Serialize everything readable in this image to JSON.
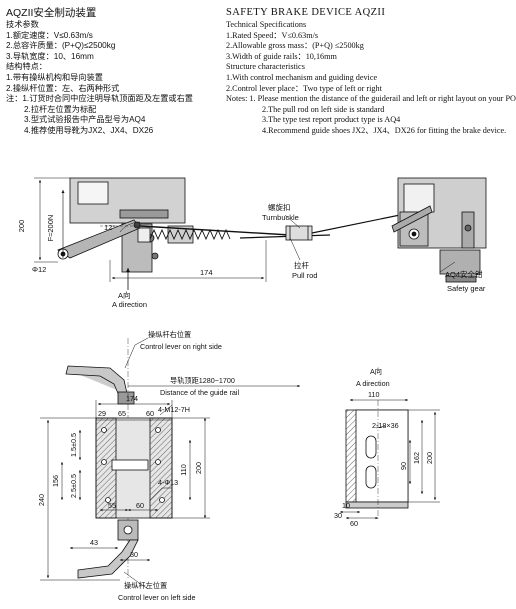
{
  "spec_cn": {
    "title": "AQZII安全制动装置",
    "sub": "技术参数",
    "params": [
      "1.额定速度：V≤0.63m/s",
      "2.总容许质量：(P+Q)≤2500kg",
      "3.导轨宽度：10、16mm"
    ],
    "features_title": "结构特点：",
    "features": [
      "1.带有操纵机构和导向装置",
      "2.操纵杆位置：左、右两种形式"
    ],
    "notes": [
      "注：1.订货时合同中应注明导轨顶面距及左置或右置",
      "2.拉杆左位置为标配",
      "3.型式试验报告中产品型号为AQ4",
      "4.推荐使用导靴为JX2、JX4、DX26"
    ]
  },
  "spec_en": {
    "title": "SAFETY BRAKE DEVICE AQZII",
    "sub": "Technical Specifications",
    "params": [
      "1.Rated Speed：V≤0.63m/s",
      "2.Allowable gross mass：(P+Q) ≤2500kg",
      "3.Width of guide rails：10,16mm"
    ],
    "features_title": "Structure characteristics",
    "features": [
      "1.With control mechanism and guiding device",
      "2.Control lever place：Two type of left or right"
    ],
    "notes": [
      "Notes: 1. Please mention the distance of the guiderail and left or right layout on your PO",
      "2.The pull rod on left side is standard",
      "3.The type test report product type is AQ4",
      "4.Recommend guide shoes JX2、JX4、DX26 for fitting the brake device."
    ]
  },
  "drawing1": {
    "dim_200": "200",
    "force": "F≈200N",
    "angle": "12°",
    "dia": "Φ12",
    "dim_174": "174",
    "a_dir_cn": "A向",
    "a_dir_en": "A direction",
    "turnbuckle_cn": "螺旋扣",
    "turnbuckle_en": "Turnbuckle",
    "pullrod_cn": "拉杆",
    "pullrod_en": "Pull rod",
    "gear_cn": "AQ4安全钳",
    "gear_en": "Safety gear"
  },
  "drawing2": {
    "right_cn": "操纵杆右位置",
    "right_en": "Control lever on right side",
    "rail_cn": "导轨顶距1280~1700",
    "rail_en": "Distance of the guide rail",
    "d174": "174",
    "d29": "29",
    "d65": "65",
    "d60": "60",
    "holes": "4-M12-7H",
    "d15": "1.5±0.5",
    "d25": "2.5±0.5",
    "d156": "156",
    "d240": "240",
    "d55": "55",
    "d60b": "60",
    "d110": "110",
    "d200": "200",
    "holes13": "4-Φ13",
    "d43": "43",
    "d30": "30",
    "left_cn": "操纵杆左位置",
    "left_en": "Control lever on left side"
  },
  "drawing3": {
    "a_dir_cn": "A向",
    "a_dir_en": "A direction",
    "d110": "110",
    "slots": "2-18×36",
    "d90": "90",
    "d162": "162",
    "d200": "200",
    "d10": "10",
    "d60": "60",
    "d30": "30"
  }
}
